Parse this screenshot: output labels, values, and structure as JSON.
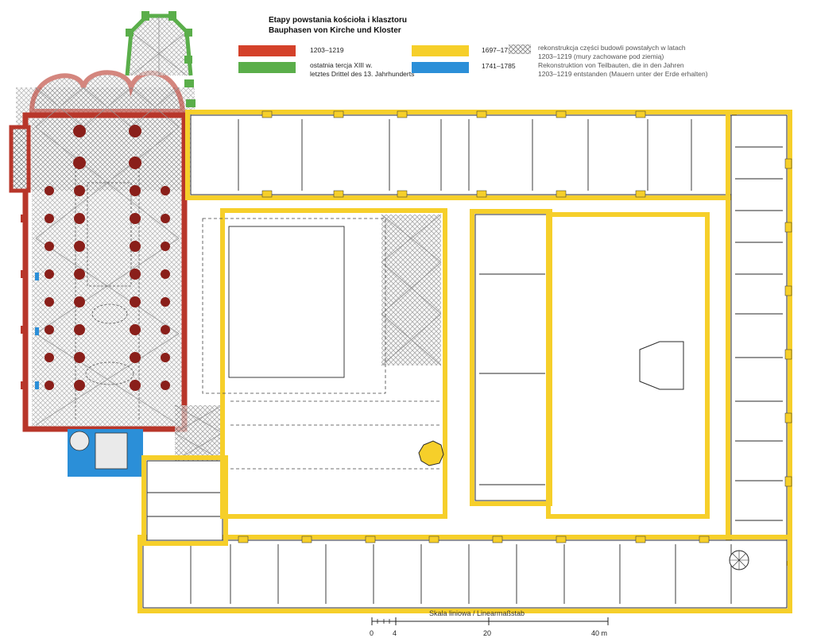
{
  "legend": {
    "title_pl": "Etapy powstania kościoła i klasztoru",
    "title_de": "Bauphasen von Kirche und Kloster",
    "phases": [
      {
        "label_1": "1203–1219",
        "label_2": "",
        "color": "#d4412a"
      },
      {
        "label_1": "ostatnia tercja XIII w.",
        "label_2": "letztes Drittel des 13. Jahrhunderts",
        "color": "#5aae4a"
      },
      {
        "label_1": "1697–1726",
        "label_2": "",
        "color": "#f6cf2a"
      },
      {
        "label_1": "1741–1785",
        "label_2": "",
        "color": "#2b8fd8"
      }
    ],
    "reconstruction": {
      "line_1": "rekonstrukcja części budowli powstałych w latach",
      "line_2": "1203–1219 (mury zachowane pod ziemią)",
      "line_3": "Rekonstruktion von Teilbauten, die in den Jahren",
      "line_4": "1203–1219 entstanden (Mauern unter der Erde erhalten)"
    }
  },
  "scale": {
    "title": "Skala liniowa / Linearmaßstab",
    "ticks": [
      "0",
      "4",
      "20",
      "40 m"
    ]
  },
  "colors": {
    "phase_1203": "#b8362a",
    "phase_1203_fill": "#d4412a",
    "phase_13c": "#5aae4a",
    "phase_baroque": "#f6cf2a",
    "phase_1741": "#2b8fd8",
    "wall_outline": "#2a2a2a",
    "hatch": "#666666"
  }
}
